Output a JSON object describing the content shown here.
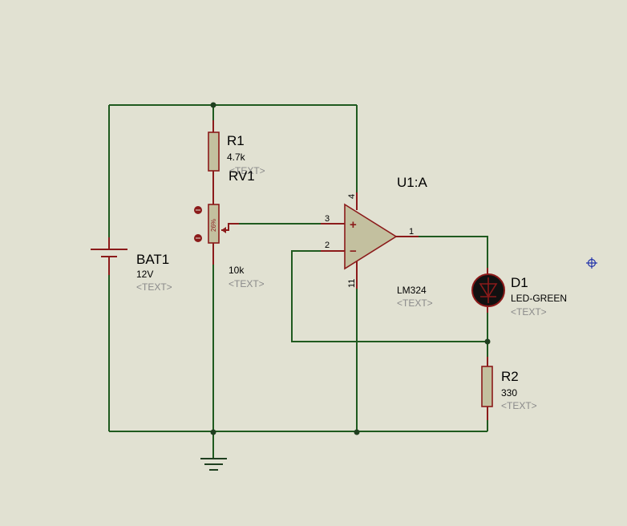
{
  "components": {
    "bat1": {
      "ref": "BAT1",
      "value": "12V",
      "text": "<TEXT>"
    },
    "r1": {
      "ref": "R1",
      "value": "4.7k",
      "text": "<TEXT>"
    },
    "rv1": {
      "ref": "RV1",
      "value": "10k",
      "text": "<TEXT>",
      "wiper": "26%"
    },
    "u1": {
      "ref": "U1:A",
      "value": "LM324",
      "text": "<TEXT>",
      "pins": {
        "noninv": "3",
        "inv": "2",
        "out": "1",
        "vcc": "4",
        "gnd": "11"
      },
      "plus": "+",
      "minus": "−"
    },
    "d1": {
      "ref": "D1",
      "value": "LED-GREEN",
      "text": "<TEXT>"
    },
    "r2": {
      "ref": "R2",
      "value": "330",
      "text": "<TEXT>"
    }
  },
  "colors": {
    "background": "#e1e1d2",
    "wire": "#1f5a1f",
    "component": "#8b1a1a",
    "body_fill": "#c3c09f",
    "junction": "#1f3f1f"
  }
}
